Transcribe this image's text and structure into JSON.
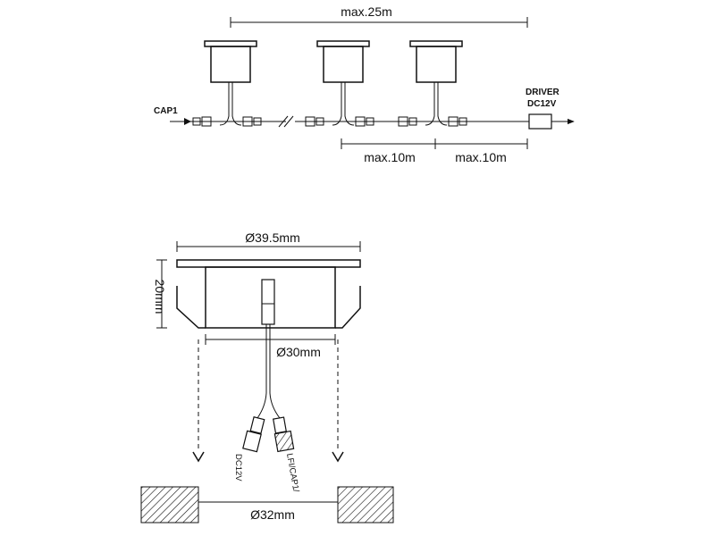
{
  "diagram": {
    "top": {
      "max_total": "max.25m",
      "input_label": "CAP1",
      "driver_label_line1": "DRIVER",
      "driver_label_line2": "DC12V",
      "max_segment_1": "max.10m",
      "max_segment_2": "max.10m"
    },
    "bottom": {
      "outer_diameter": "Ø39.5mm",
      "height": "20mm",
      "body_diameter": "Ø30mm",
      "hole_diameter": "Ø32mm",
      "connector_left_label": "DC12V",
      "connector_right_label": "LFI/CAP1/"
    }
  }
}
